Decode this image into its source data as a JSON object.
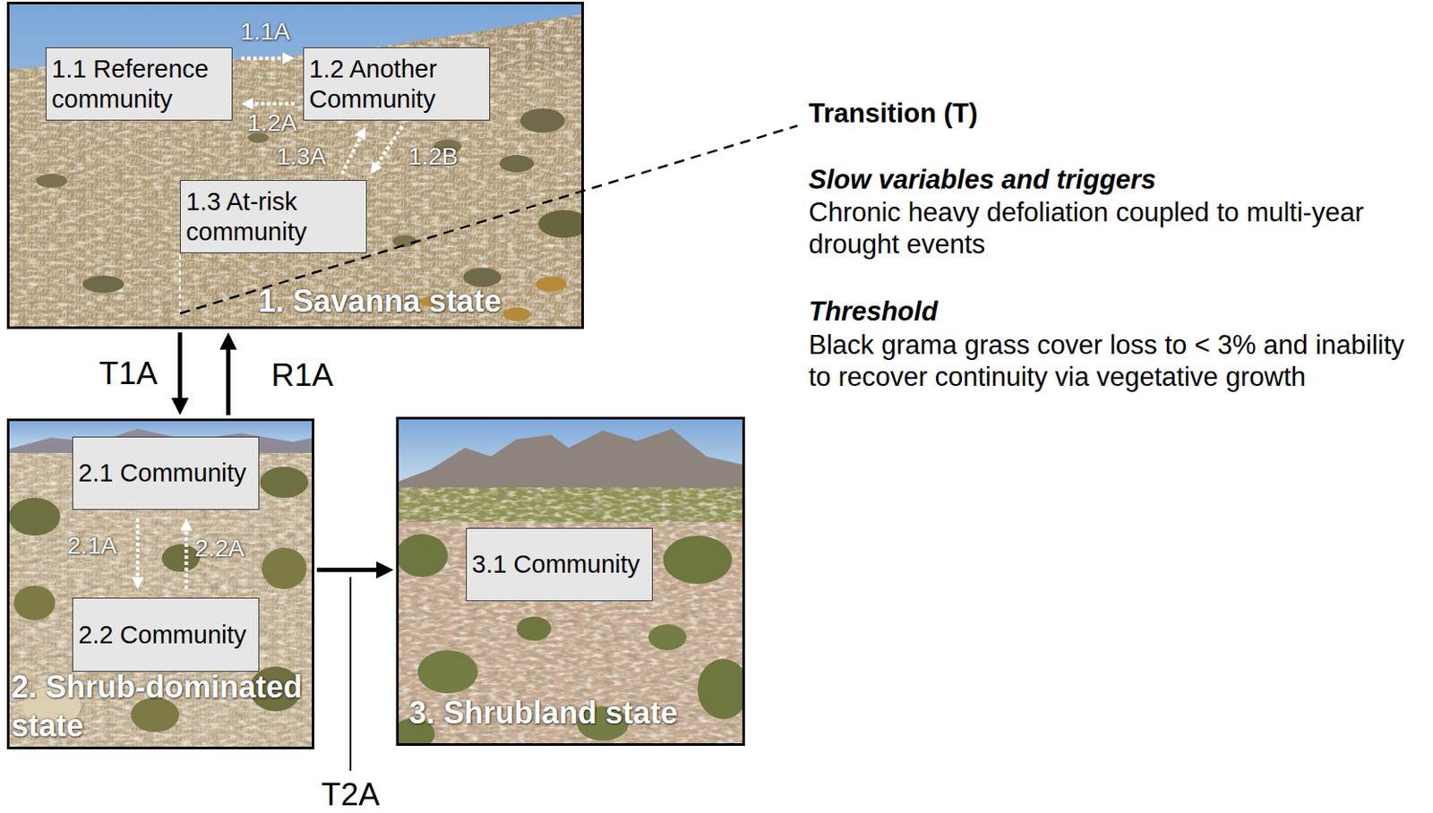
{
  "diagram": {
    "nodes": [
      {
        "text": [
          "1. Savanna state"
        ]
      },
      {
        "text": [
          "1.1 Reference community"
        ],
        "in": 0
      },
      {
        "text": [
          "1.2 Another Community"
        ],
        "in": 0
      },
      {
        "text": [
          "1.3 At-risk community"
        ],
        "in": 0
      },
      {
        "text": [
          "2. Shrub-dominated state"
        ]
      },
      {
        "text": [
          "2.1 Community"
        ],
        "in": 4
      },
      {
        "text": [
          "2.2 Community"
        ],
        "in": 4
      },
      {
        "text": [
          "3. Shrubland state"
        ]
      },
      {
        "text": [
          "3.1 Community"
        ],
        "in": 7
      }
    ],
    "edges": [
      {
        "from": 1,
        "to": 2,
        "label": "1.1A",
        "arrow": "to"
      },
      {
        "from": 2,
        "to": 1,
        "label": "1.2A",
        "arrow": "to"
      },
      {
        "from": 3,
        "to": 2,
        "label": "1.3A",
        "arrow": "to"
      },
      {
        "from": 2,
        "to": 3,
        "label": "1.2B",
        "arrow": "to"
      },
      {
        "from": 0,
        "to": 4,
        "label": "T1A",
        "arrow": "to"
      },
      {
        "from": 4,
        "to": 0,
        "label": "R1A",
        "arrow": "to"
      },
      {
        "from": 5,
        "to": 6,
        "label": "2.1A",
        "arrow": "to"
      },
      {
        "from": 6,
        "to": 5,
        "label": "2.2A",
        "arrow": "to"
      },
      {
        "from": 4,
        "to": 7,
        "label": "T2A",
        "arrow": "to"
      }
    ],
    "labels": [
      "Transition (T)",
      "Slow variables and triggers",
      "Chronic heavy defoliation coupled to multi-year drought events",
      "Threshold",
      "Black grama grass cover loss to < 3% and inability to recover continuity via vegetative growth"
    ]
  }
}
